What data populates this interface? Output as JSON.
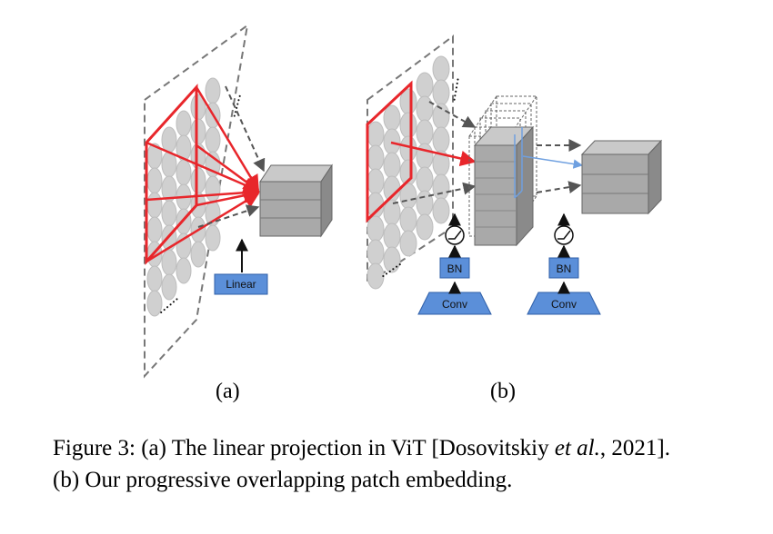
{
  "figure": {
    "panel_a_label": "(a)",
    "panel_b_label": "(b)",
    "linear_box": "Linear",
    "bn_box_1": "BN",
    "bn_box_2": "BN",
    "conv_box_1": "Conv",
    "conv_box_2": "Conv",
    "colors": {
      "red": "#e8262b",
      "gray_patch": "#cfcfcf",
      "cube_gray": "#a9a9a9",
      "blue_box": "#5b8fd9",
      "light_blue_arrow": "#6fa0e0"
    }
  },
  "caption": {
    "line1_prefix": "Figure 3: (a) The linear projection in ViT [Dosovitskiy ",
    "line1_italic": "et al.",
    "line1_suffix": ", 2021].",
    "line2": "(b) Our progressive overlapping patch embedding."
  }
}
